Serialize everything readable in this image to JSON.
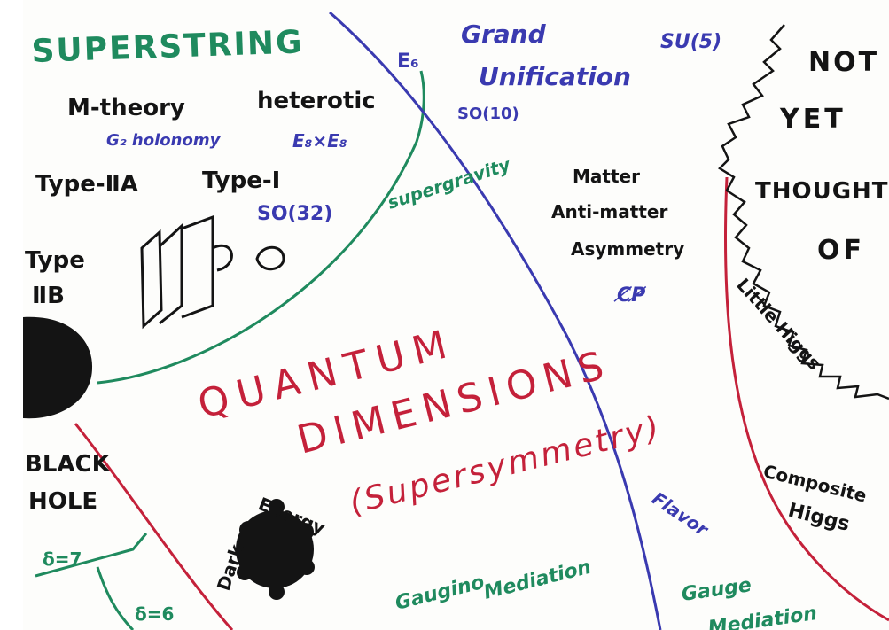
{
  "regions": {
    "superstring": {
      "title": "SUPERSTRING",
      "m_theory": "M-theory",
      "heterotic": "heterotic",
      "g2_holonomy": "G₂ holonomy",
      "e8xe8": "E₈×E₈",
      "type_iia": "Type-ⅡA",
      "type_i": "Type-I",
      "so32": "SO(32)",
      "type_iib_line1": "Type",
      "type_iib_line2": "ⅡB"
    },
    "gut": {
      "e6": "E₆",
      "grand": "Grand",
      "unification": "Unification",
      "su5": "SU(5)",
      "so10": "SO(10)",
      "supergravity": "supergravity"
    },
    "matter": {
      "line1": "Matter",
      "line2": "Anti-matter",
      "line3": "Asymmetry",
      "cp": "C̸P̸"
    },
    "unknown": {
      "line1": "NOT",
      "line2": "YET",
      "line3": "THOUGHT",
      "line4": "OF"
    },
    "higgs": {
      "little_higgs": "Little Higgs",
      "composite_line1": "Composite",
      "composite_line2": "Higgs"
    },
    "center": {
      "quantum": "QUANTUM",
      "dimensions": "DIMENSIONS",
      "supersymmetry": "(Supersymmetry)"
    },
    "bottom_left": {
      "black": "BLACK",
      "hole": "HOLE",
      "delta7": "δ=7",
      "delta6": "δ=6",
      "dark_energy_line1": "Dark",
      "dark_energy_line2": "Energy"
    },
    "bottom": {
      "gaugino": "Gaugino",
      "mediation": "Mediation",
      "flavor": "Flavor",
      "gauge": "Gauge",
      "gauge_mediation_partial": "Mediation"
    }
  },
  "colors": {
    "green": "#1f8a5e",
    "blue": "#3a3ab0",
    "red": "#c4213a",
    "black": "#141414"
  }
}
